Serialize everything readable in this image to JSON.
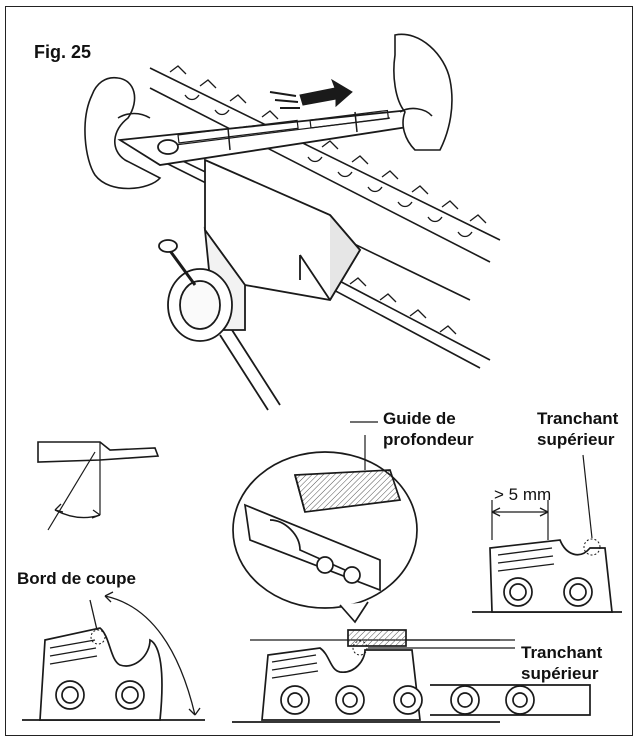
{
  "figure": {
    "title": "Fig. 25"
  },
  "labels": {
    "depth_gauge": [
      "Guide de",
      "profondeur"
    ],
    "top_edge_upper": [
      "Tranchant",
      "supérieur"
    ],
    "cutting_edge": "Bord de coupe",
    "top_edge_lower": [
      "Tranchant",
      "supérieur"
    ],
    "measurement": "> 5 mm"
  },
  "colors": {
    "line": "#1a1a1a",
    "fill": "#ffffff",
    "shade": "#9a9a9a",
    "border": "#222222"
  }
}
